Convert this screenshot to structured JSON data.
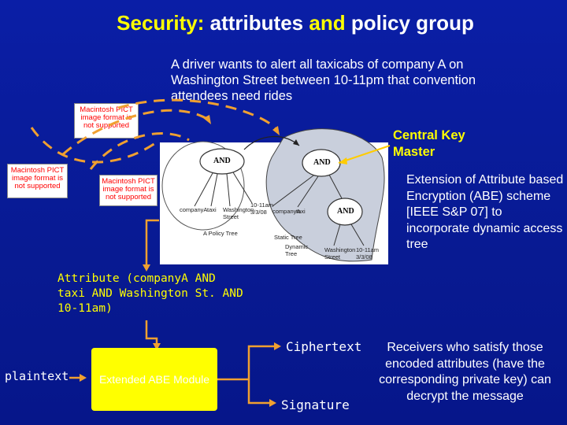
{
  "title": {
    "part1": "Security:",
    "part2": "attributes",
    "part3": "and",
    "part4": "policy group"
  },
  "description": "A driver wants to alert all taxicabs of company A on Washington Street between 10-11pm that convention attendees need rides",
  "central_key_master": "Central Key Master",
  "extension_text": "Extension of Attribute based Encryption (ABE) scheme [IEEE S&P 07] to incorporate dynamic access tree",
  "pict_placeholder": "Macintosh PICT image format is not supported",
  "tree": {
    "and_label": "AND",
    "leaf_company": "companyA",
    "leaf_taxi": "taxi",
    "leaf_street": "Washington Street",
    "leaf_time": "10-11am 3/3/08",
    "policy_tree": "A Policy Tree",
    "static_tree": "Static Tree",
    "dynamic_tree": "Dynamic Tree"
  },
  "attribute_text": "Attribute (companyA AND taxi AND Washington St. AND 10-11am)",
  "plaintext": "plaintext",
  "module": "Extended ABE Module",
  "ciphertext": "Ciphertext",
  "signature": "Signature",
  "receivers": "Receivers who satisfy those encoded attributes (have the corresponding private key) can decrypt the message",
  "colors": {
    "background": "#0a1a8c",
    "title_yellow": "#ffff00",
    "arrow_orange": "#f0a030",
    "module_fill": "#ffff00"
  }
}
